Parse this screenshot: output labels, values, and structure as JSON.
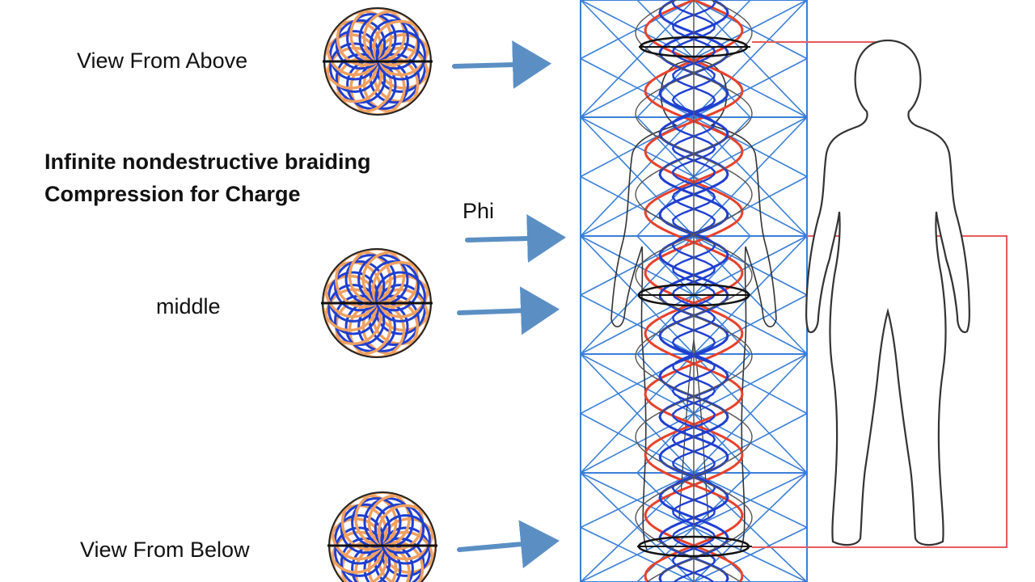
{
  "labels": {
    "view_above": "View From Above",
    "heading_line1": "Infinite nondestructive braiding",
    "heading_line2": "Compression for Charge",
    "phi": "Phi",
    "middle": "middle",
    "view_below": "View From Below"
  },
  "colors": {
    "blue_grid": "#3a7fd8",
    "braid_blue": "#1f3fd0",
    "braid_red": "#e8412b",
    "arrow": "#5b8fc4",
    "outline": "#222222",
    "rose_orange": "#f0a060",
    "guide_red": "#e55a5a"
  }
}
